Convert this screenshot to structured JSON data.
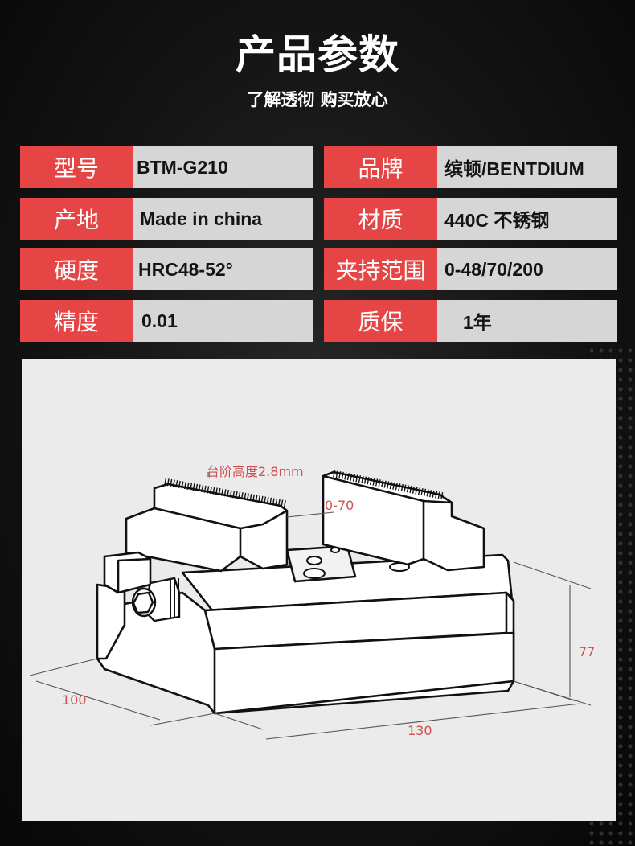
{
  "header": {
    "title": "产品参数",
    "subtitle": "了解透彻 购买放心"
  },
  "specs": [
    {
      "label": "型号",
      "value": "BTM-G210"
    },
    {
      "label": "品牌",
      "value": "缤顿/BENTDIUM"
    },
    {
      "label": "产地",
      "value": "Made in china"
    },
    {
      "label": "材质",
      "value": "440C 不锈钢"
    },
    {
      "label": "硬度",
      "value": "HRC48-52°"
    },
    {
      "label": "夹持范围",
      "value": "0-48/70/200"
    },
    {
      "label": "精度",
      "value": "0.01"
    },
    {
      "label": "质保",
      "value": "1年"
    }
  ],
  "diagram": {
    "step_height": "台阶高度2.8mm",
    "opening": "0-70",
    "height": "77",
    "depth": "100",
    "width": "130"
  },
  "colors": {
    "accent": "#e64545",
    "value_bg": "#d6d6d6",
    "dimension": "#d04f4f",
    "background": "#141414"
  }
}
